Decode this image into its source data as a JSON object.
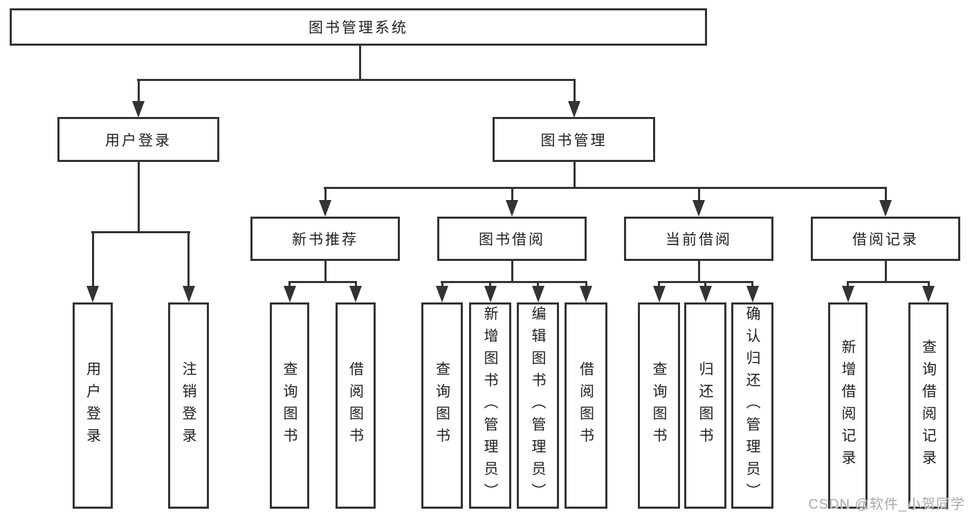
{
  "diagram": {
    "root": {
      "label": "图书管理系统"
    },
    "level2": [
      {
        "label": "用户登录"
      },
      {
        "label": "图书管理"
      }
    ],
    "level3": [
      {
        "label": "新书推荐"
      },
      {
        "label": "图书借阅"
      },
      {
        "label": "当前借阅"
      },
      {
        "label": "借阅记录"
      }
    ],
    "leaves": [
      {
        "label": "用户登录"
      },
      {
        "label": "注销登录"
      },
      {
        "label": "查询图书"
      },
      {
        "label": "借阅图书"
      },
      {
        "label": "查询图书"
      },
      {
        "label": "新增图书（管理员）"
      },
      {
        "label": "编辑图书（管理员）"
      },
      {
        "label": "借阅图书"
      },
      {
        "label": "查询图书"
      },
      {
        "label": "归还图书"
      },
      {
        "label": "确认归还（管理员）"
      },
      {
        "label": "新增借阅记录"
      },
      {
        "label": "查询借阅记录"
      }
    ]
  },
  "watermark": {
    "text": "CSDN @软件_小贺同学",
    "color": "#a9a9a9"
  },
  "colors": {
    "line": "#333333",
    "text": "#212121",
    "background": "#ffffff"
  }
}
